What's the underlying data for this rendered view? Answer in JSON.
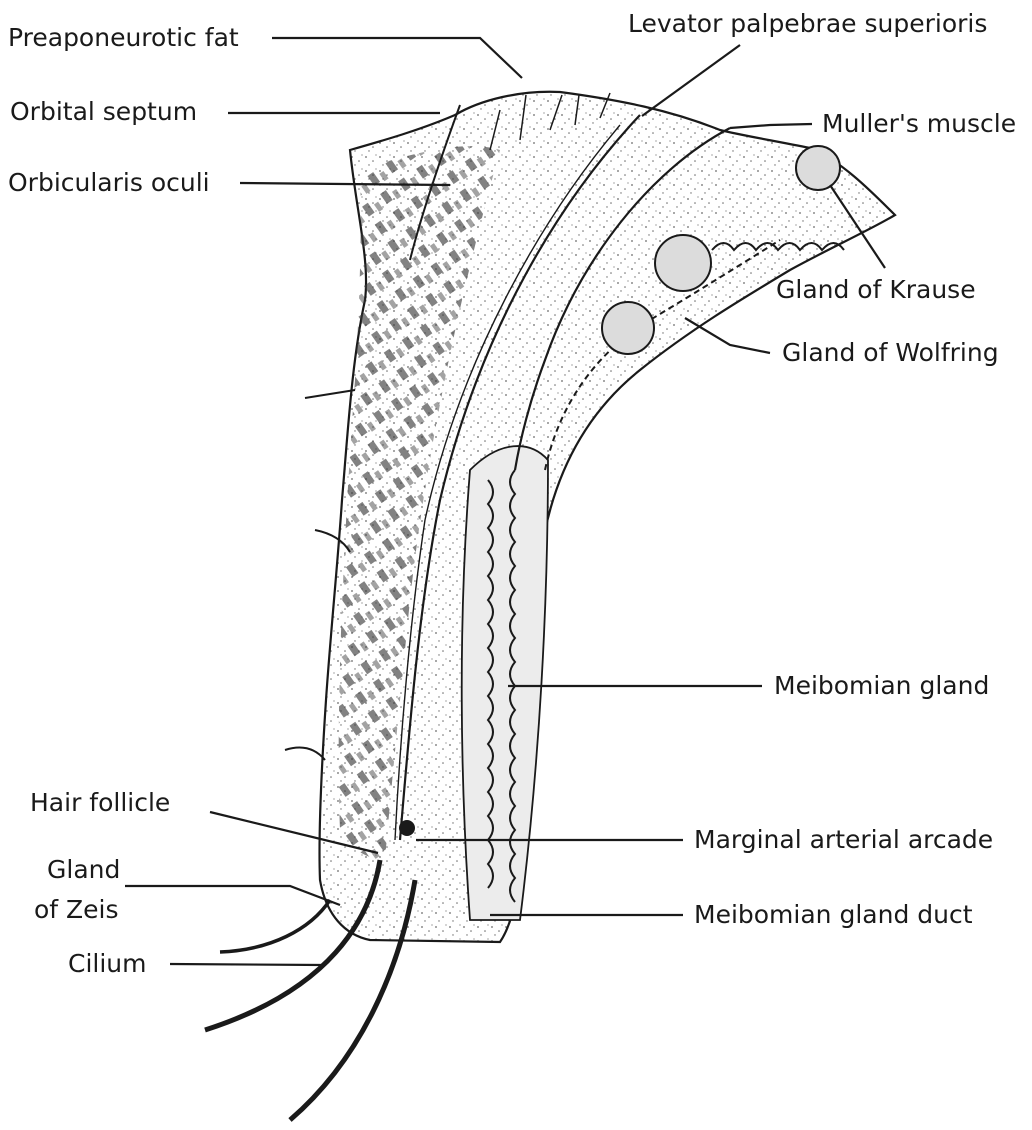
{
  "labels": {
    "preaponeurotic_fat": "Preaponeurotic fat",
    "orbital_septum": "Orbital septum",
    "orbicularis_oculi": "Orbicularis oculi",
    "levator_palpebrae_superioris": "Levator palpebrae superioris",
    "mullers_muscle": "Muller's muscle",
    "gland_of_krause": "Gland of Krause",
    "gland_of_wolfring": "Gland of Wolfring",
    "meibomian_gland": "Meibomian gland",
    "hair_follicle": "Hair follicle",
    "marginal_arterial_arcade": "Marginal arterial arcade",
    "gland_of_zeis_1": "Gland",
    "gland_of_zeis_2": "of Zeis",
    "meibomian_gland_duct": "Meibomian gland duct",
    "cilium": "Cilium"
  },
  "colors": {
    "ink": "#1a1a1a",
    "tissue": "#f4f4f4",
    "stipple": "#6a6a6a"
  }
}
